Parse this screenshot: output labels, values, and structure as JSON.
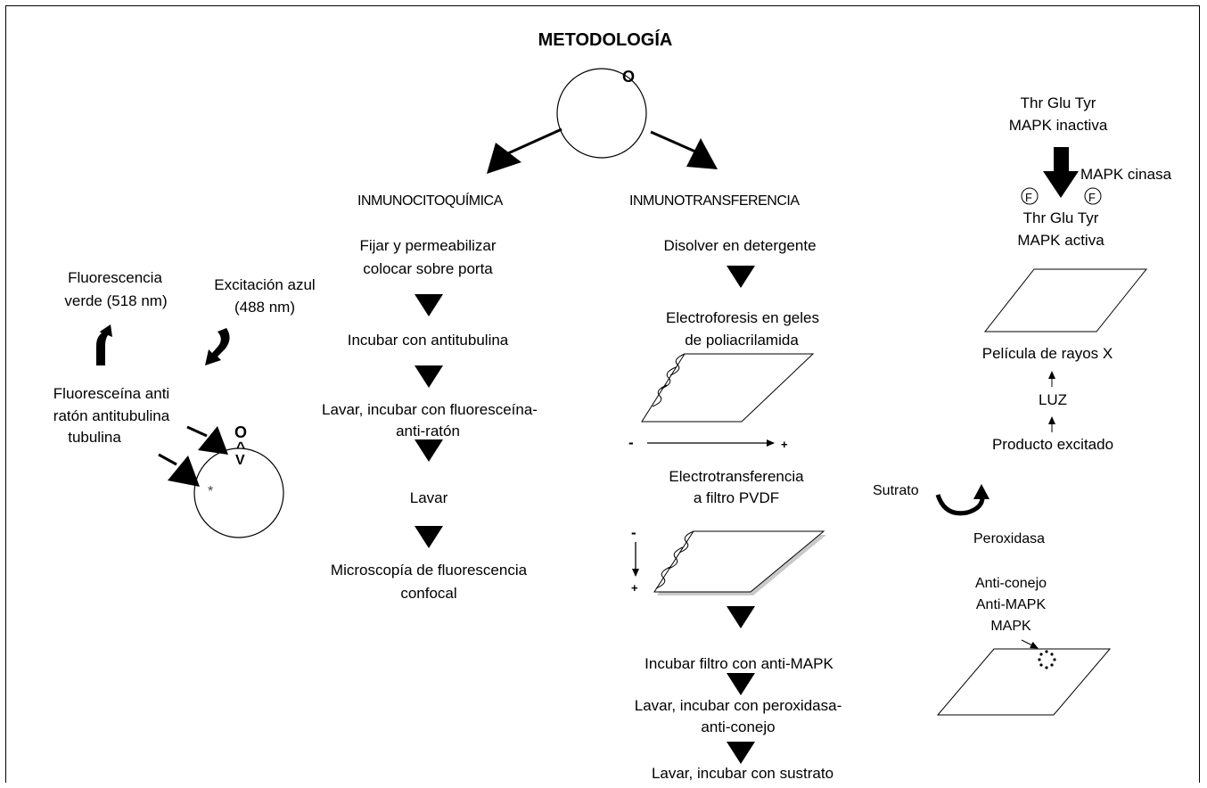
{
  "title": "METODOLOGÍA",
  "cell_label": "O",
  "branches": {
    "left": "INMUNOCITOQUÍMICA",
    "right": "INMUNOTRANSFERENCIA"
  },
  "immunocytochemistry_steps": [
    "Fijar y permeabilizar",
    "colocar sobre porta",
    "Incubar con antitubulina",
    "Lavar, incubar con fluoresceína-",
    "anti-ratón",
    "Lavar",
    "Microscopía de fluorescencia",
    "confocal"
  ],
  "immunoblot_steps": [
    "Disolver en detergente",
    "Electroforesis en geles",
    "de poliacrilamida",
    "Electrotransferencia",
    "a filtro PVDF",
    "Incubar filtro con anti-MAPK",
    "Lavar, incubar con peroxidasa-",
    "anti-conejo",
    "Lavar, incubar con sustrato"
  ],
  "polarity": {
    "minus": "-",
    "plus": "+"
  },
  "fluorescence": {
    "emission": [
      "Fluorescencia",
      "verde (518 nm)"
    ],
    "excitation": [
      "Excitación azul",
      "(488 nm)"
    ],
    "complex": [
      "Fluoresceína anti",
      "ratón antitubulina",
      "tubulina"
    ],
    "symbol_o": "O",
    "symbol_lt": "^",
    "symbol_v": "V",
    "asterisk": "*"
  },
  "mapk": {
    "inactive_residues": "Thr Glu Tyr",
    "inactive_label": "MAPK inactiva",
    "kinase": "MAPK cinasa",
    "phospho": "F",
    "active_residues": "Thr Glu Tyr",
    "active_label": "MAPK activa",
    "film": "Película de rayos X",
    "light": "LUZ",
    "excited_product": "Producto excitado",
    "substrate": "Sutrato",
    "peroxidase": "Peroxidasa",
    "antibodies": [
      "Anti-conejo",
      "Anti-MAPK",
      "MAPK"
    ]
  }
}
